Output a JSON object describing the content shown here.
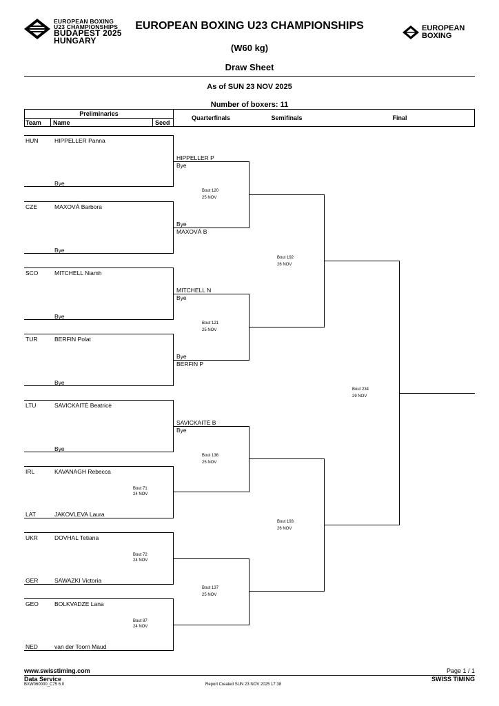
{
  "header": {
    "event_logo_lines": [
      "EUROPEAN BOXING",
      "U23 CHAMPIONSHIPS",
      "BUDAPEST 2025",
      "HUNGARY"
    ],
    "title": "EUROPEAN BOXING U23 CHAMPIONSHIPS",
    "weight_class": "(W60 kg)",
    "sheet_title": "Draw Sheet",
    "as_of": "As of SUN 23 NOV 2025",
    "right_logo_lines": [
      "EUROPEAN",
      "BOXING"
    ],
    "boxers_count": "Number of boxers: 11"
  },
  "columns": {
    "preliminaries": "Preliminaries",
    "team": "Team",
    "name": "Name",
    "seed": "Seed",
    "quarterfinals": "Quarterfinals",
    "semifinals": "Semifinals",
    "final": "Final"
  },
  "entrants": [
    {
      "team": "HUN",
      "name": "HIPPELLER Panna"
    },
    {
      "team": "",
      "name": "Bye"
    },
    {
      "team": "CZE",
      "name": "MAXOVÁ Barbora"
    },
    {
      "team": "",
      "name": "Bye"
    },
    {
      "team": "SCO",
      "name": "MITCHELL Niamh"
    },
    {
      "team": "",
      "name": "Bye"
    },
    {
      "team": "TUR",
      "name": "BERFIN Polat"
    },
    {
      "team": "",
      "name": "Bye"
    },
    {
      "team": "LTU",
      "name": "SAVICKAITĖ Beatricė"
    },
    {
      "team": "",
      "name": "Bye"
    },
    {
      "team": "IRL",
      "name": "KAVANAGH Rebecca"
    },
    {
      "team": "LAT",
      "name": "JAKOVLEVA Laura"
    },
    {
      "team": "UKR",
      "name": "DOVHAL Tetiana"
    },
    {
      "team": "GER",
      "name": "SAWAZKI Victoria"
    },
    {
      "team": "GEO",
      "name": "BOLKVADZE Lana"
    },
    {
      "team": "NED",
      "name": "van der Toorn Maud"
    }
  ],
  "prelim_bouts": [
    {
      "bout": "Bout 71",
      "date": "24 NOV"
    },
    {
      "bout": "Bout 72",
      "date": "24 NOV"
    },
    {
      "bout": "Bout 87",
      "date": "24 NOV"
    }
  ],
  "quarterfinals": [
    {
      "top": "HIPPELLER P",
      "top2": "Bye",
      "bottom": "Bye",
      "bottom2": "MAXOVÁ B",
      "bout": "Bout 120",
      "date": "25 NOV"
    },
    {
      "top": "MITCHELL N",
      "top2": "Bye",
      "bottom": "Bye",
      "bottom2": "BERFIN P",
      "bout": "Bout 121",
      "date": "25 NOV"
    },
    {
      "top": "SAVICKAITĖ B",
      "top2": "Bye",
      "bottom": "",
      "bottom2": "",
      "bout": "Bout 136",
      "date": "25 NOV"
    },
    {
      "top": "",
      "top2": "",
      "bottom": "",
      "bottom2": "",
      "bout": "Bout 137",
      "date": "25 NOV"
    }
  ],
  "semifinals": [
    {
      "bout": "Bout 192",
      "date": "26 NOV"
    },
    {
      "bout": "Bout 193",
      "date": "26 NOV"
    }
  ],
  "final": {
    "bout": "Bout 234",
    "date": "29 NOV"
  },
  "footer": {
    "website": "www.swisstiming.com",
    "data_service": "Data Service",
    "code": "BXW060000_C75 6.0",
    "report_created": "Report Created  SUN 23 NOV 2025 17:38",
    "page": "Page 1 / 1",
    "brand": "SWISS TIMING"
  }
}
